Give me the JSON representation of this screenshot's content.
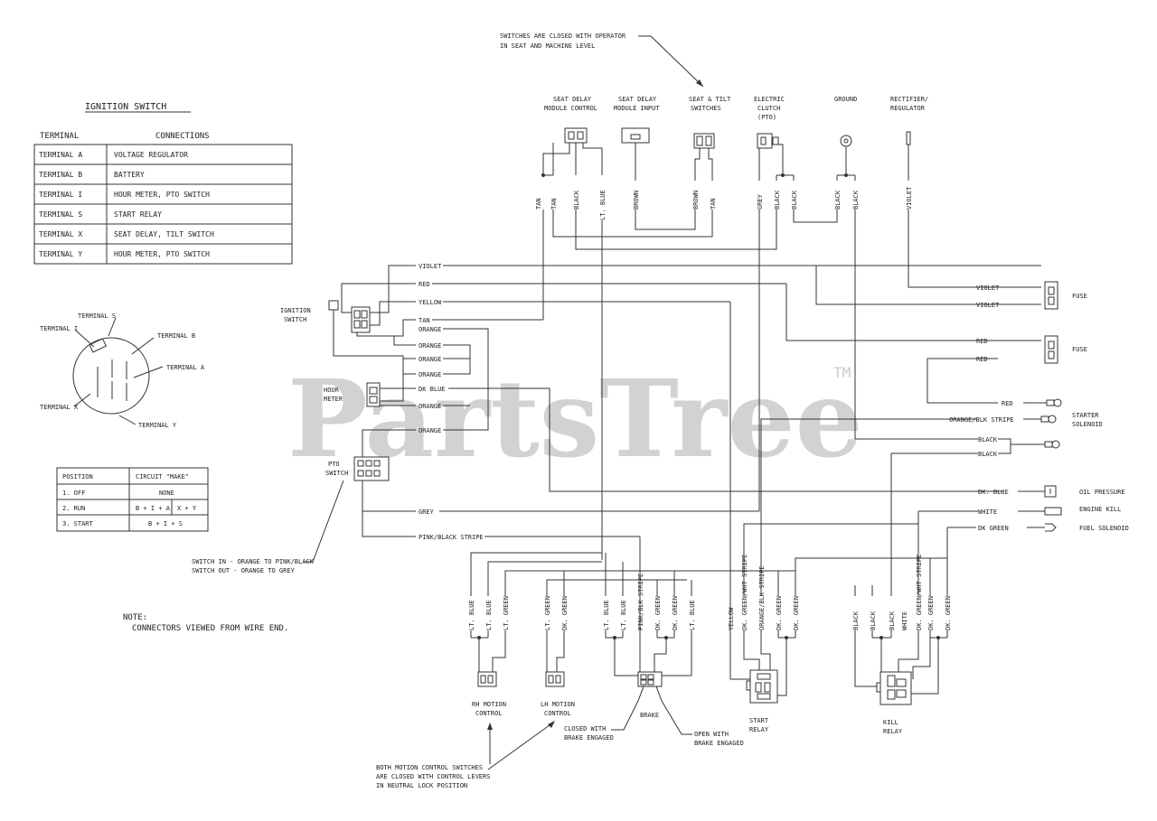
{
  "watermark": {
    "brand": "PartsTree",
    "tm": "TM"
  },
  "ignition_table": {
    "title": "IGNITION SWITCH",
    "headers": [
      "TERMINAL",
      "CONNECTIONS"
    ],
    "rows": [
      [
        "TERMINAL  A",
        "VOLTAGE REGULATOR"
      ],
      [
        "TERMINAL  B",
        "BATTERY"
      ],
      [
        "TERMINAL  I",
        "HOUR METER, PTO SWITCH"
      ],
      [
        "TERMINAL  S",
        "START RELAY"
      ],
      [
        "TERMINAL  X",
        "SEAT DELAY, TILT SWITCH"
      ],
      [
        "TERMINAL  Y",
        "HOUR METER, PTO SWITCH"
      ]
    ]
  },
  "terminal_labels": {
    "s": "TERMINAL S",
    "i": "TERMINAL I",
    "b": "TERMINAL B",
    "a": "TERMINAL A",
    "x": "TERMINAL X",
    "y": "TERMINAL Y"
  },
  "position_table": {
    "headers": [
      "POSITION",
      "CIRCUIT \"MAKE\""
    ],
    "rows": [
      [
        "1. OFF",
        "NONE",
        ""
      ],
      [
        "2. RUN",
        "B + I + A",
        "X + Y"
      ],
      [
        "3. START",
        "B + I + S",
        ""
      ]
    ]
  },
  "note": {
    "line1": "NOTE:",
    "line2": "CONNECTORS VIEWED FROM WIRE END."
  },
  "top_note": {
    "line1": "SWITCHES ARE CLOSED WITH OPERATOR",
    "line2": "IN SEAT AND MACHINE LEVEL"
  },
  "top_components": {
    "seat_delay_control": [
      "SEAT DELAY",
      "MODULE CONTROL"
    ],
    "seat_delay_input": [
      "SEAT DELAY",
      "MODULE INPUT"
    ],
    "seat_tilt": [
      "SEAT & TILT",
      "SWITCHES"
    ],
    "clutch": [
      "ELECTRIC",
      "CLUTCH",
      "(PTO)"
    ],
    "ground": [
      "GROUND"
    ],
    "rectifier": [
      "RECTIFIER/",
      "REGULATOR"
    ]
  },
  "top_wire_labels": [
    "TAN",
    "TAN",
    "BLACK",
    "LT. BLUE",
    "BROWN",
    "BROWN",
    "TAN",
    "GREY",
    "BLACK",
    "BLACK",
    "BLACK",
    "BLACK",
    "VIOLET"
  ],
  "left_components": {
    "ignition": [
      "IGNITION",
      "SWITCH"
    ],
    "hour_meter": [
      "HOUR",
      "METER"
    ],
    "pto_switch": [
      "PTO",
      "SWITCH"
    ]
  },
  "left_wire_labels": {
    "violet": "VIOLET",
    "red": "RED",
    "yellow": "YELLOW",
    "tan": "TAN",
    "orange1": "ORANGE",
    "orange2": "ORANGE",
    "orange3": "ORANGE",
    "orange4": "ORANGE",
    "dkblue": "DK BLUE",
    "orange5": "ORANGE",
    "orange6": "ORANGE",
    "grey": "GREY",
    "pink": "PINK/BLACK STRIPE"
  },
  "pto_note": {
    "line1": "SWITCH IN - ORANGE TO PINK/BLACK",
    "line2": "SWITCH OUT - ORANGE TO GREY"
  },
  "right_labels": {
    "violet1": "VIOLET",
    "violet2": "VIOLET",
    "fuse1": "FUSE",
    "red1": "RED",
    "red2": "RED",
    "fuse2": "FUSE",
    "red3": "RED",
    "orange_blk": "ORANGE/BLK STRIPE",
    "starter": [
      "STARTER",
      "SOLENOID"
    ],
    "black1": "BLACK",
    "black2": "BLACK",
    "dkblue": "DK. BLUE",
    "oil": "OIL PRESSURE",
    "white": "WHITE",
    "engine_kill": "ENGINE KILL",
    "dkgreen": "DK GREEN",
    "fuel": "FUEL SOLENOID"
  },
  "bottom_wire_labels": {
    "rh": [
      "LT. BLUE",
      "LT. BLUE",
      "LT. GREEN"
    ],
    "lh": [
      "LT. GREEN",
      "DK. GREEN"
    ],
    "brake": [
      "LT. BLUE",
      "LT. BLUE",
      "PINK/BLK STRIPE",
      "DK. GREEN",
      "DK. GREEN",
      "LT. BLUE"
    ],
    "start": [
      "YELLOW",
      "DK. GREEN/WHT STRIPE",
      "ORANGE/BLK STRIPE",
      "DK. GREEN",
      "DK. GREEN"
    ],
    "kill": [
      "BLACK",
      "BLACK",
      "BLACK",
      "WHITE",
      "DK. GREEN/WHT STRIPE",
      "DK. GREEN",
      "DK. GREEN"
    ]
  },
  "bottom_components": {
    "rh": [
      "RH MOTION",
      "CONTROL"
    ],
    "lh": [
      "LH MOTION",
      "CONTROL"
    ],
    "brake": [
      "BRAKE"
    ],
    "start_relay": [
      "START",
      "RELAY"
    ],
    "kill_relay": [
      "KILL",
      "RELAY"
    ],
    "closed_with": [
      "CLOSED WITH",
      "BRAKE ENGAGED"
    ],
    "open_with": [
      "OPEN WITH",
      "BRAKE ENGAGED"
    ]
  },
  "bottom_note": {
    "line1": "BOTH MOTION CONTROL SWITCHES",
    "line2": "ARE CLOSED WITH CONTROL LEVERS",
    "line3": "IN NEUTRAL LOCK POSITION"
  }
}
